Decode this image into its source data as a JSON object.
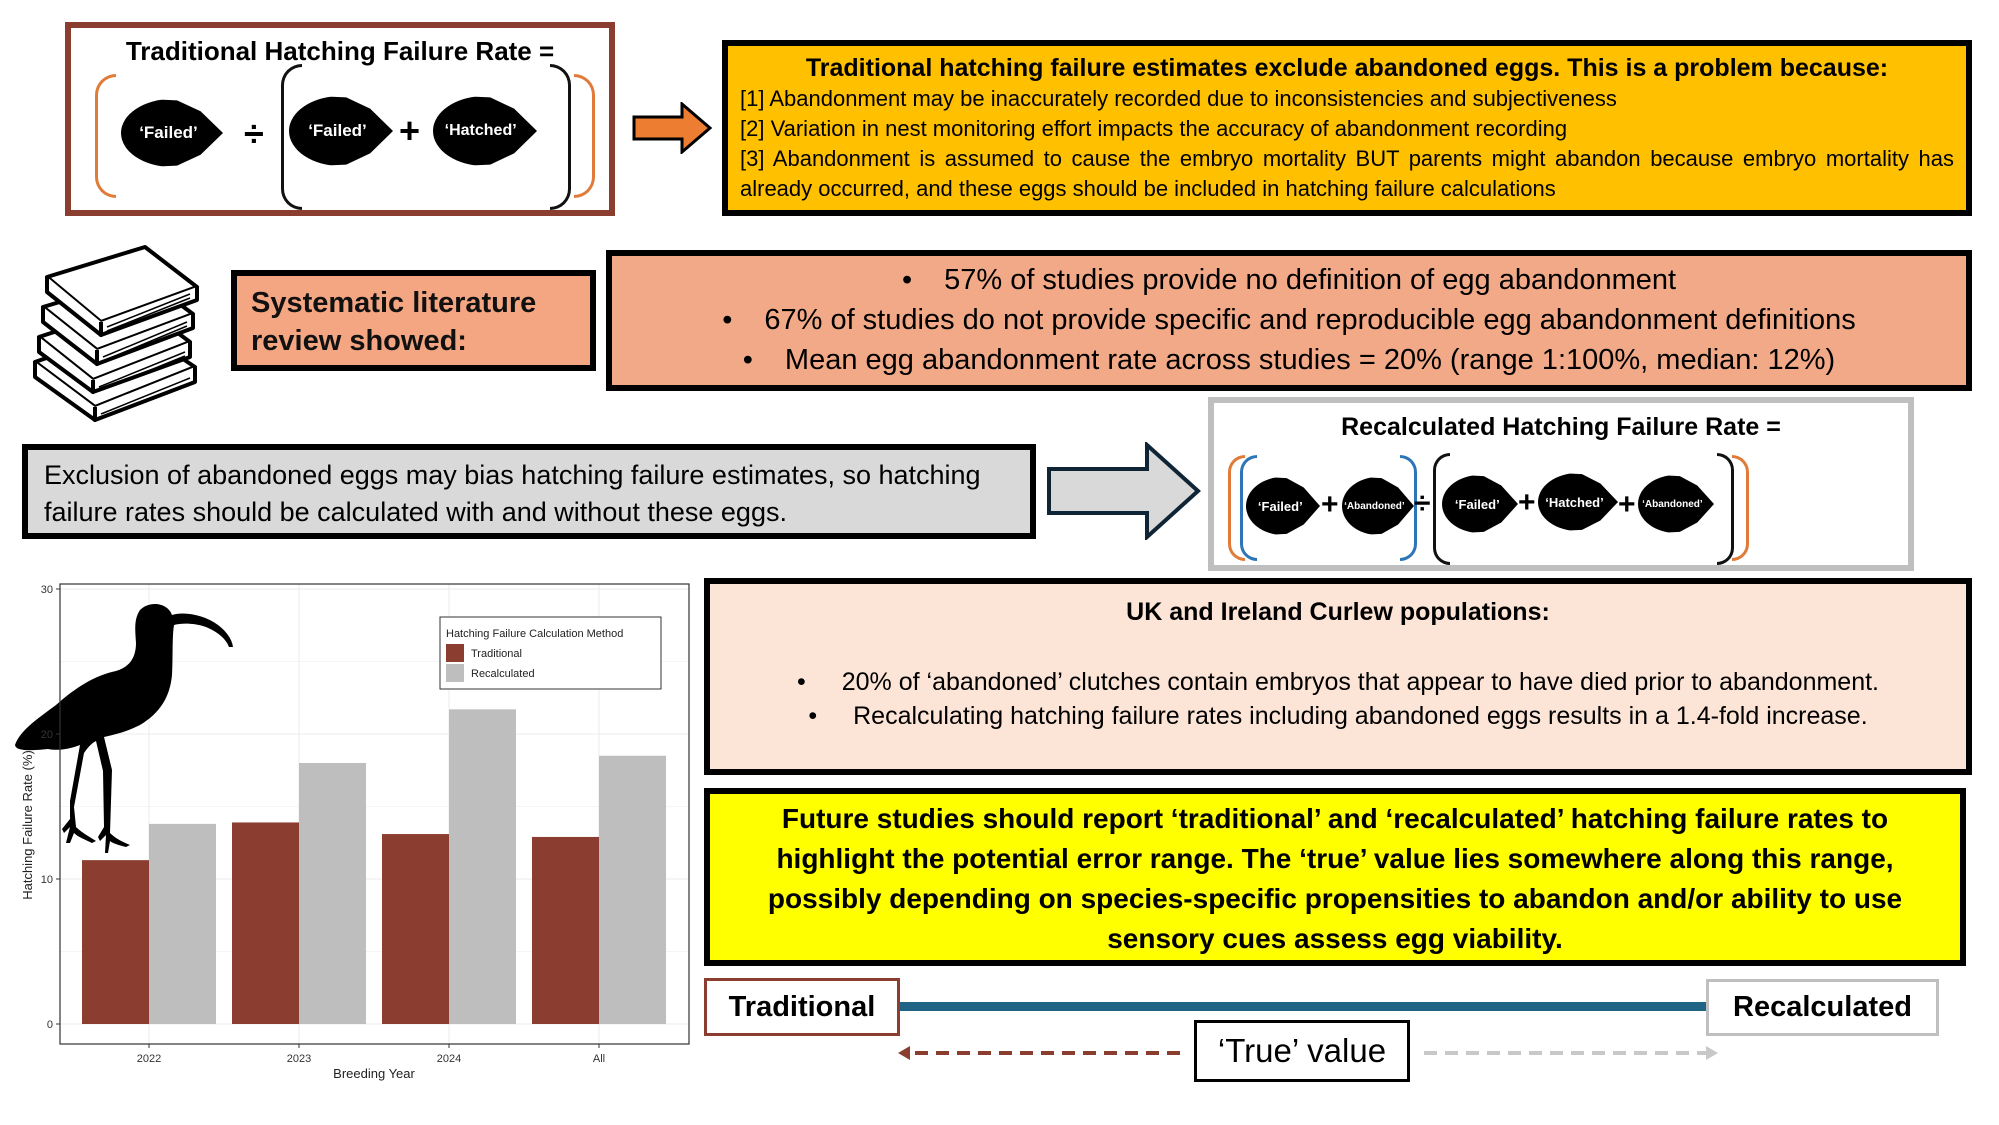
{
  "traditional_formula": {
    "title": "Traditional Hatching Failure Rate =",
    "numerator": [
      "‘Failed’"
    ],
    "operator_divide": "÷",
    "operator_plus": "+",
    "denominator": [
      "‘Failed’",
      "‘Hatched’"
    ]
  },
  "problem": {
    "title": "Traditional hatching failure estimates exclude abandoned eggs. This is a problem because:",
    "points": [
      "[1] Abandonment may be inaccurately recorded due to inconsistencies and subjectiveness",
      "[2] Variation in nest monitoring effort impacts the accuracy of abandonment recording",
      "[3] Abandonment is assumed to cause the embryo mortality BUT parents might abandon because embryo mortality has already occurred, and these eggs should be included in hatching failure calculations"
    ]
  },
  "review": {
    "label": "Systematic literature review showed:",
    "bullet": "•",
    "findings": [
      "57% of studies provide no definition of egg abandonment",
      "67% of studies do not provide specific and reproducible egg abandonment definitions",
      "Mean egg abandonment rate across studies = 20% (range 1:100%, median: 12%)"
    ]
  },
  "exclusion_statement": "Exclusion of abandoned eggs may bias hatching failure estimates, so hatching failure rates should be calculated with and without these eggs.",
  "recalculated_formula": {
    "title": "Recalculated Hatching Failure Rate =",
    "numerator": [
      "‘Failed’",
      "‘Abandoned’"
    ],
    "operator_divide": "÷",
    "operator_plus": "+",
    "denominator": [
      "‘Failed’",
      "‘Hatched’",
      "‘Abandoned’"
    ]
  },
  "curlew": {
    "title": "UK and Ireland Curlew populations:",
    "points": [
      "20% of ‘abandoned’ clutches contain embryos that appear to have died prior to abandonment.",
      "Recalculating hatching failure rates including abandoned eggs results in a 1.4-fold increase."
    ]
  },
  "future": "Future studies should report ‘traditional’ and ‘recalculated’ hatching failure rates to highlight the potential error range. The ‘true’ value lies somewhere along this range, possibly depending on species-specific propensities to abandon and/or ability to use sensory cues assess egg viability.",
  "range": {
    "left_label": "Traditional",
    "right_label": "Recalculated",
    "middle_label": "‘True’ value"
  },
  "colors": {
    "traditional": "#8B3E2F",
    "recalculated": "#BEBEBE",
    "range_line": "#1F6485",
    "problem_bg": "#FFC000",
    "findings_bg": "#F2A987",
    "curlew_bg": "#FCE4D6",
    "future_bg": "#FFFF00"
  },
  "chart_data": {
    "type": "bar",
    "title": "",
    "xlabel": "Breeding Year",
    "ylabel": "Hatching Failure Rate (%)",
    "categories": [
      "2022",
      "2023",
      "2024",
      "All"
    ],
    "series": [
      {
        "name": "Traditional",
        "values": [
          11.3,
          13.9,
          13.1,
          12.9
        ]
      },
      {
        "name": "Recalculated",
        "values": [
          13.8,
          18.0,
          21.7,
          18.5
        ]
      }
    ],
    "ylim": [
      0,
      30
    ],
    "yticks": [
      0,
      10,
      20,
      30
    ],
    "grid": true,
    "legend_title": "Hatching Failure Calculation Method",
    "legend_position": "top-right"
  }
}
